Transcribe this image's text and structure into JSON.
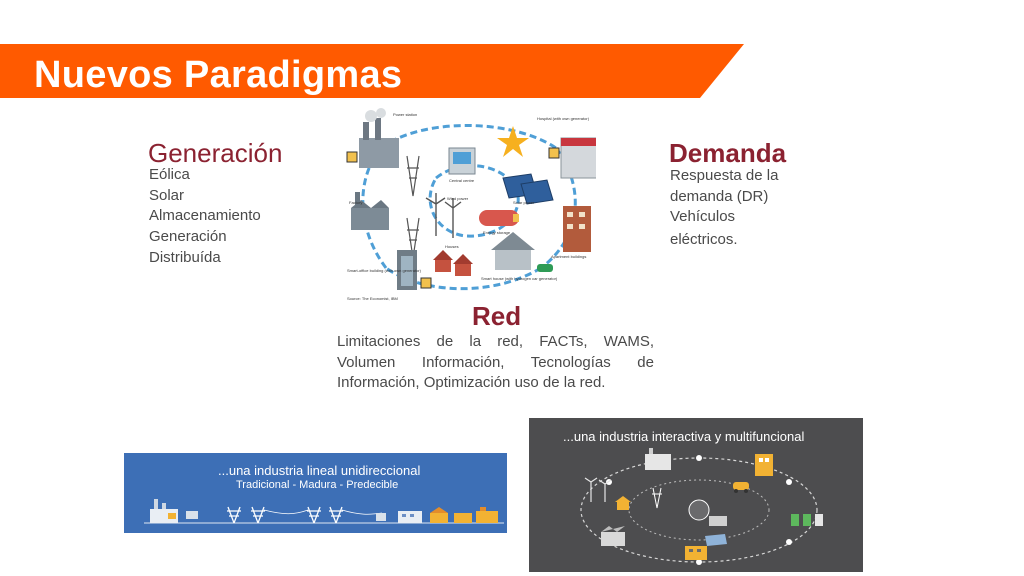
{
  "slide": {
    "title": "Nuevos Paradigmas",
    "colors": {
      "accent": "#ff5a00",
      "heading": "#8b2231",
      "text": "#4a4a4a",
      "panel_blue": "#3d6fb6",
      "panel_gray": "#4d4d4f"
    }
  },
  "generation": {
    "heading": "Generación",
    "items": [
      "Eólica",
      "Solar",
      "Almacenamiento",
      "Generación",
      "Distribuída"
    ]
  },
  "demand": {
    "heading": "Demanda",
    "lines": [
      "Respuesta de la",
      "demanda (DR)",
      "Vehículos",
      "eléctricos."
    ]
  },
  "grid": {
    "heading": "Red",
    "text": "Limitaciones de la red, FACTs, WAMS, Volumen Información, Tecnologías de Información, Optimización uso de la red."
  },
  "diagram": {
    "labels": {
      "power_station": "Power station",
      "hospital": "Hospital (with own generator)",
      "central_centre": "Central centre",
      "factory": "Factory",
      "wind_power": "Wind power",
      "solar_power": "Solar power",
      "energy_storage": "Energy storage",
      "houses": "Houses",
      "apartment": "Apartment buildings",
      "smart_office": "Smart-office building (with own generator)",
      "smart_house": "Smart house (with hydrogen car generator)",
      "source": "Source: The Economist, IBM"
    }
  },
  "panel_left": {
    "title": "...una industria lineal unidireccional",
    "subtitle": "Tradicional - Madura - Predecible"
  },
  "panel_right": {
    "title": "...una industria interactiva y multifuncional"
  }
}
